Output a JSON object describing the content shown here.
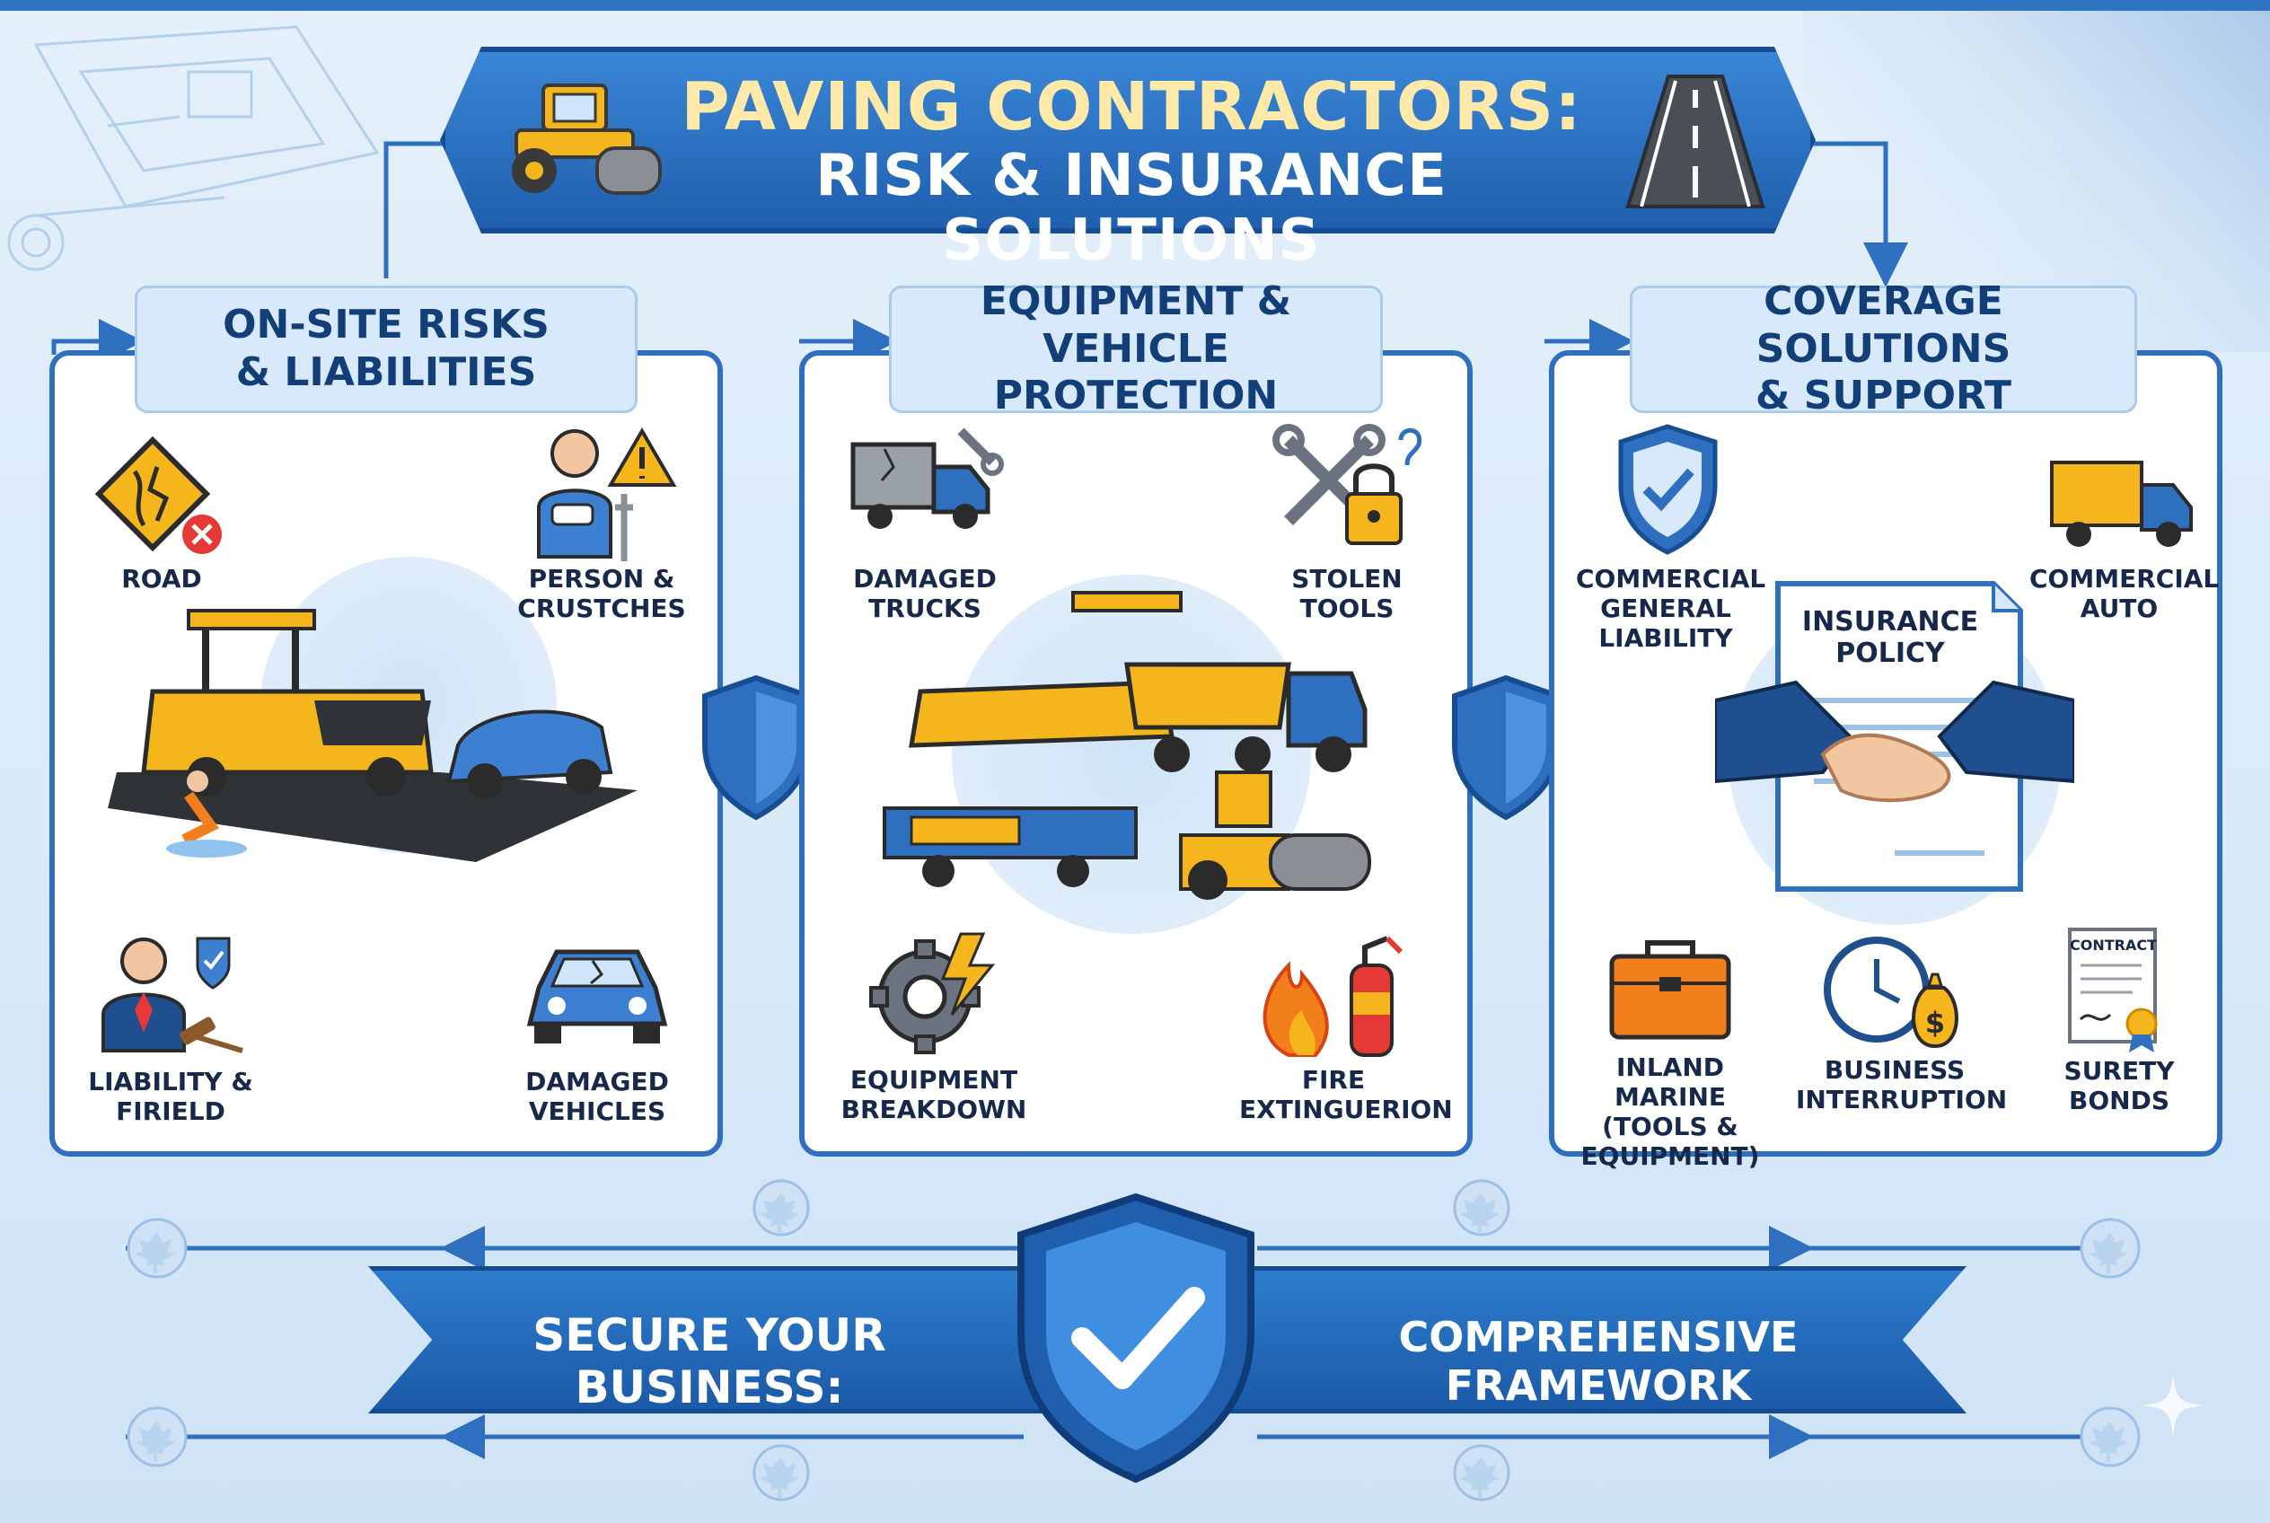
{
  "title": {
    "line1": "PAVING CONTRACTORS:",
    "line2": "RISK & INSURANCE SOLUTIONS"
  },
  "panels": [
    {
      "header": "ON-SITE RISKS\n& LIABILITIES",
      "items": [
        "ROAD",
        "PERSON &\nCRUSTCHES",
        "LIABILITY &\nFIRIELD",
        "DAMAGED\nVEHICLES"
      ]
    },
    {
      "header": "EQUIPMENT &\nVEHICLE PROTECTION",
      "items": [
        "DAMAGED\nTRUCKS",
        "STOLEN\nTOOLS",
        "EQUIPMENT\nBREAKDOWN",
        "FIRE\nEXTINGUERION"
      ]
    },
    {
      "header": "COVERAGE SOLUTIONS\n& SUPPORT",
      "items": [
        "COMMERCIAL\nGENERAL\nLIABILITY",
        "COMMERCIAL\nAUTO",
        "INLAND MARINE\n(TOOLS &\nEQUIPMENT)",
        "BUSINESS\nINTERRUPTION",
        "SURETY\nBONDS"
      ],
      "policy_label": "INSURANCE\nPOLICY",
      "contract_label": "CONTRACT"
    }
  ],
  "bottom": {
    "left": "SECURE YOUR BUSINESS:",
    "right": "COMPREHENSIVE FRAMEWORK"
  },
  "colors": {
    "primary": "#2f6fbf",
    "dark": "#123f78",
    "accent": "#f5b51c",
    "danger": "#e53935"
  },
  "icons": [
    "roller-icon",
    "road-icon",
    "cracked-road-sign-icon",
    "injured-person-icon",
    "warning-icon",
    "lawyer-gavel-icon",
    "damaged-car-icon",
    "paver-scene-icon",
    "damaged-truck-icon",
    "wrench-lock-icon",
    "gear-lightning-icon",
    "fire-extinguisher-icon",
    "equipment-fleet-icon",
    "shield-check-icon",
    "delivery-truck-icon",
    "insurance-policy-handshake-icon",
    "toolbox-icon",
    "clock-money-icon",
    "contract-icon",
    "maple-leaf-icon",
    "connector-shield-icon",
    "sparkle-icon"
  ]
}
